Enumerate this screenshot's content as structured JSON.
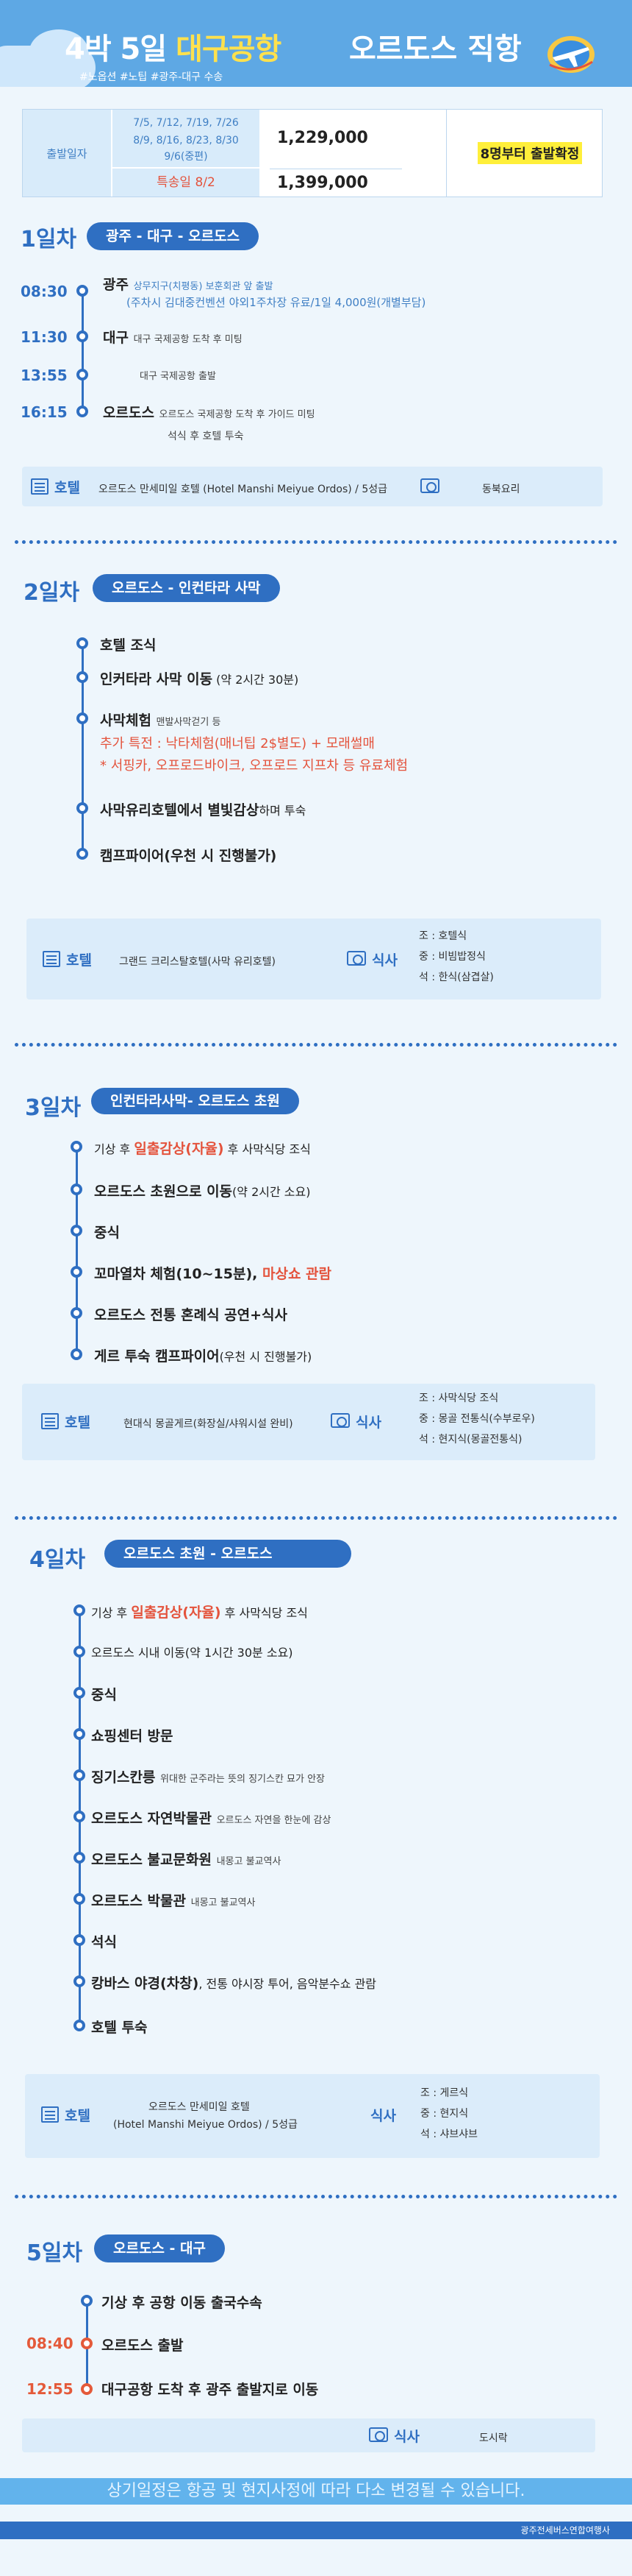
{
  "header": {
    "title_a": "4박 5일",
    "title_b": "대구공항",
    "tags": "#노옵션 #노팁 #광주-대구 수송",
    "right_title": "오르도스 직항"
  },
  "departure": {
    "label": "출발일자",
    "dates_1": "7/5, 7/12, 7/19, 7/26",
    "dates_2": "8/9, 8/16, 8/23, 8/30",
    "dates_3": "9/6(중편)",
    "price_1": "1,229,000",
    "special_date": "특송일 8/2",
    "price_2": "1,399,000",
    "confirm": "8명부터 출발확정"
  },
  "day1": {
    "title": "1일차",
    "route": "광주 - 대구 - 오르도스",
    "t1": "08:30",
    "i1_bold": "광주",
    "i1_sub": "상무지구(치평동) 보훈회관 앞 출발",
    "i1_note": "(주차시 김대중컨벤션 야외1주차장 유료/1일 4,000원(개별부담)",
    "t2": "11:30",
    "i2_bold": "대구",
    "i2_sub": "대구 국제공항 도착 후 미팅",
    "t3": "13:55",
    "i3_sub": "대구 국제공항 출발",
    "t4": "16:15",
    "i4_bold": "오르도스",
    "i4_sub": "오르도스 국제공항 도착 후 가이드 미팅",
    "i4_note": "석식 후 호텔 투숙",
    "hotel_label": "호텔",
    "hotel": "오르도스 만세미일 호텔 (Hotel Manshi Meiyue Ordos) / 5성급",
    "meal": "동북요리"
  },
  "day2": {
    "title": "2일차",
    "route": "오르도스 - 인컨타라 사막",
    "i1": "호텔 조식",
    "i2_bold": "인커타라 사막 이동",
    "i2_rest": " (약 2시간 30분)",
    "i3_bold": "사막체험",
    "i3_sub": "맨발사막걷기 등",
    "i3_red1": "추가 특전 : 낙타체험(매너팁 2$별도) + 모래썰매",
    "i3_red2": "* 서핑카, 오프로드바이크, 오프로드 지프차 등 유료체험",
    "i4_bold": "사막유리호텔에서 별빛감상",
    "i4_rest": "하며 투숙",
    "i5_bold": "캠프파이어(우천 시 진행불가)",
    "hotel_label": "호텔",
    "hotel": "그랜드 크리스탈호텔(사막 유리호텔)",
    "meal_label": "식사",
    "meal_b": "조 : 호텔식",
    "meal_l": "중 : 비빔밥정식",
    "meal_d": "석 : 한식(삼겹살)"
  },
  "day3": {
    "title": "3일차",
    "route": "인컨타라사막- 오르도스 초원",
    "i1_a": "기상 후 ",
    "i1_red": "일출감상(자율)",
    "i1_b": " 후 사막식당 조식",
    "i2_bold": "오르도스 초원으로 이동",
    "i2_rest": "(약 2시간 소요)",
    "i3": "중식",
    "i4_bold": "꼬마열차 체험(10~15분), ",
    "i4_red": "마상쇼 관람",
    "i5": "오르도스 전통 혼례식 공연+식사",
    "i6_bold": "게르 투숙 캠프파이어",
    "i6_rest": "(우천 시 진행불가)",
    "hotel_label": "호텔",
    "hotel": "현대식 몽골게르(화장실/샤워시설 완비)",
    "meal_label": "식사",
    "meal_b": "조 : 사막식당 조식",
    "meal_l": "중 : 몽골 전통식(수부로우)",
    "meal_d": "석 : 현지식(몽골전통식)"
  },
  "day4": {
    "title": "4일차",
    "route": "오르도스 초원 - 오르도스",
    "i1_a": "기상 후 ",
    "i1_red": "일출감상(자율)",
    "i1_b": " 후 사막식당 조식",
    "i2": "오르도스 시내 이동(약 1시간 30분 소요)",
    "i3": "중식",
    "i4": "쇼핑센터 방문",
    "i5_bold": "징기스칸릉",
    "i5_sub": "위대한 군주라는 뜻의 징기스칸 묘가 안장",
    "i6_bold": "오르도스 자연박물관",
    "i6_sub": "오르도스 자연을 한눈에 감상",
    "i7_bold": "오르도스 불교문화원",
    "i7_sub": "내몽고 불교역사",
    "i8_bold": "오르도스 박물관",
    "i8_sub": "내몽고 불교역사",
    "i9": "석식",
    "i10_bold": "캉바스 야경(차창)",
    "i10_rest": ", 전통 야시장 투어, 음악분수쇼 관람",
    "i11": "호텔 투숙",
    "hotel_label": "호텔",
    "hotel_1": "오르도스 만세미일 호텔",
    "hotel_2": "(Hotel Manshi Meiyue Ordos) / 5성급",
    "meal_label": "식사",
    "meal_b": "조 : 게르식",
    "meal_l": "중 : 현지식",
    "meal_d": "석 : 샤브샤브"
  },
  "day5": {
    "title": "5일차",
    "route": "오르도스 - 대구",
    "i1": "기상 후 공항 이동 출국수속",
    "t2": "08:40",
    "i2": "오르도스 출발",
    "t3": "12:55",
    "i3": "대구공항 도착 후 광주 출발지로 이동",
    "meal_label": "식사",
    "meal": "도시락"
  },
  "footer": {
    "note": "상기일정은 항공 및 현지사정에 따라 다소 변경될 수 있습니다.",
    "brand": "광주전세버스연합여행사"
  },
  "colors": {
    "primary": "#2f6fc2",
    "accent_red": "#e4533c",
    "highlight": "#ffef3a",
    "header_bg": "#5ea8e4"
  }
}
